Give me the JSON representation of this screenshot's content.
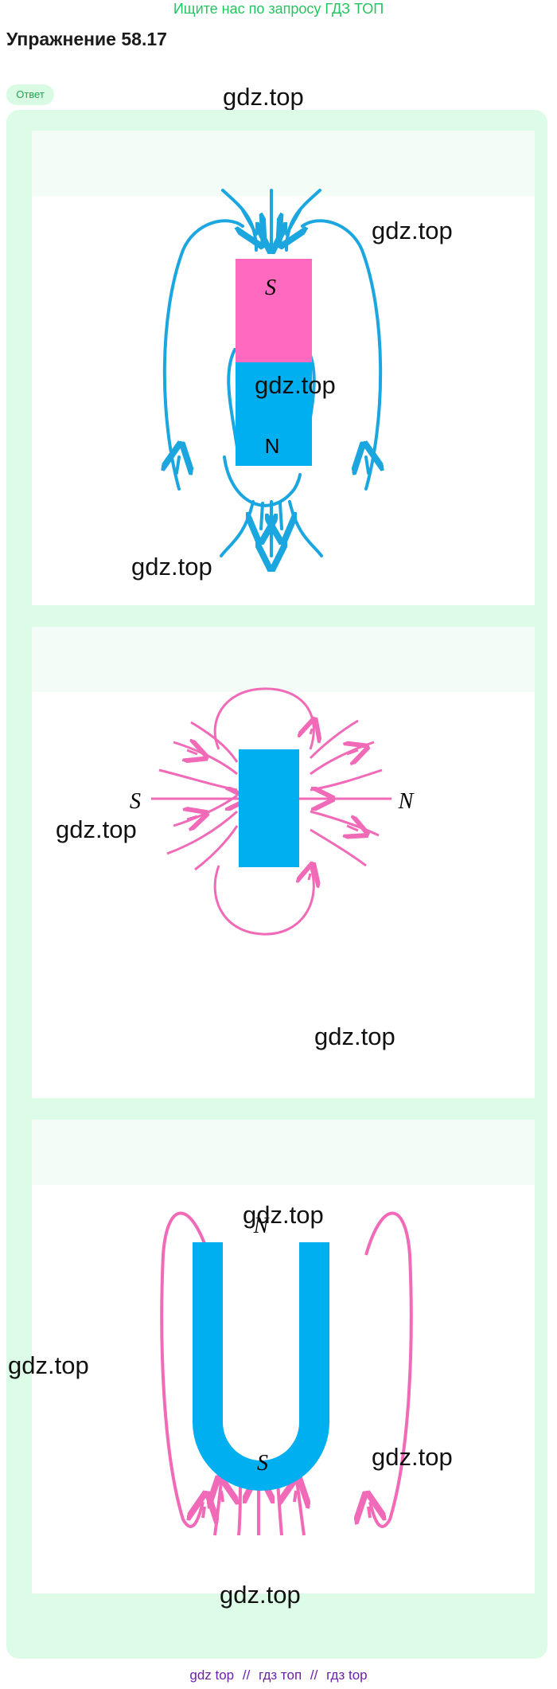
{
  "banner": "Ищите нас по запросу ГДЗ ТОП",
  "page_title": "Упражнение 58.17",
  "answer_badge": "Ответ",
  "watermark": "gdz.top",
  "figures": {
    "bar_magnet": {
      "top_pole": "S",
      "bottom_pole": "N",
      "top_color": "#ff69c0",
      "bottom_color": "#00aff0",
      "line_color": "#1ba6e0"
    },
    "bar_magnet_horizontal": {
      "left_label": "S",
      "right_label": "N",
      "magnet_color": "#00aff0",
      "line_color": "#f06ab8"
    },
    "horseshoe_magnet": {
      "top_label": "N",
      "bottom_label": "S",
      "magnet_color": "#00aff0",
      "line_color": "#f06ab8"
    }
  },
  "footer": {
    "link1": "gdz top",
    "sep": "//",
    "link2": "гдз топ",
    "link3": "гдз top"
  }
}
